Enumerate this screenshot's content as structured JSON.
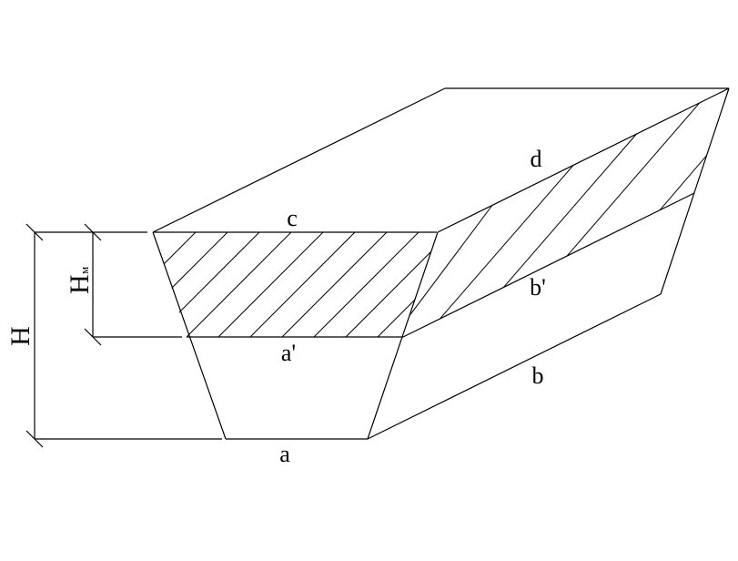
{
  "labels": {
    "a": "a",
    "a_prime": "a'",
    "b": "b",
    "b_prime": "b'",
    "c": "c",
    "d": "d",
    "H": "H",
    "Hm_main": "H",
    "Hm_sub": "м"
  }
}
